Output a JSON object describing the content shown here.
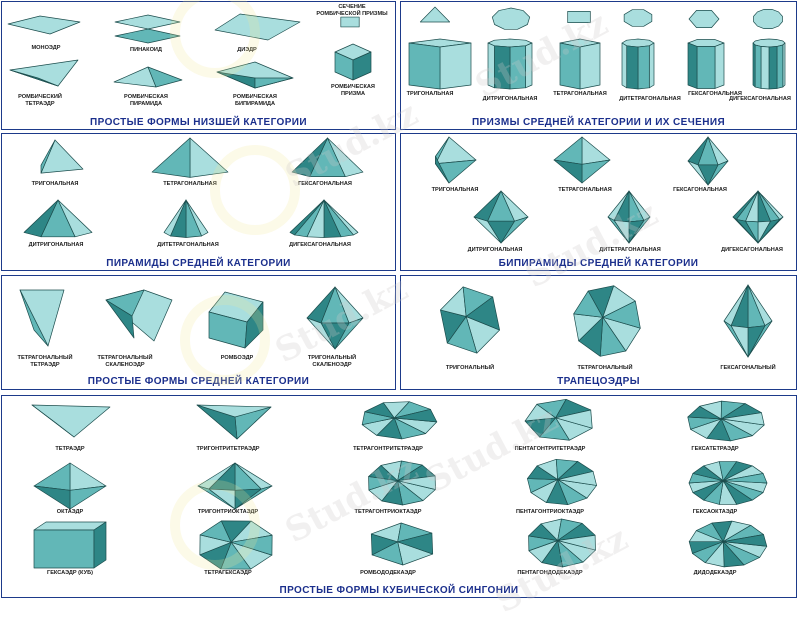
{
  "panels": {
    "lower": {
      "title": "ПРОСТЫЕ ФОРМЫ НИЗШЕЙ КАТЕГОРИИ",
      "labels": [
        "МОНОЭДР",
        "ПИНАКОИД",
        "ДИЭДР",
        "СЕЧЕНИЕ РОМБИЧЕСКОЙ ПРИЗМЫ",
        "РОМБИЧЕСКИЙ ТЕТРАЭДР",
        "РОМБИЧЕСКАЯ ПИРАМИДА",
        "РОМБИЧЕСКАЯ БИПИРАМИДА",
        "РОМБИЧЕСКАЯ ПРИЗМА"
      ]
    },
    "prisms": {
      "title": "ПРИЗМЫ СРЕДНЕЙ КАТЕГОРИИ И ИХ СЕЧЕНИЯ",
      "labels": [
        "ТРИГОНАЛЬНАЯ",
        "ДИТРИГОНАЛЬНАЯ",
        "ТЕТРАГОНАЛЬНАЯ",
        "ДИТЕТРАГОНАЛЬНАЯ",
        "ГЕКСАГОНАЛЬНАЯ",
        "ДИГЕКСАГОНАЛЬНАЯ"
      ]
    },
    "pyramids": {
      "title": "ПИРАМИДЫ СРЕДНЕЙ КАТЕГОРИИ",
      "labels": [
        "ТРИГОНАЛЬНАЯ",
        "ТЕТРАГОНАЛЬНАЯ",
        "ГЕКСАГОНАЛЬНАЯ",
        "ДИТРИГОНАЛЬНАЯ",
        "ДИТЕТРАГОНАЛЬНАЯ",
        "ДИГЕКСАГОНАЛЬНАЯ"
      ]
    },
    "bipyramids": {
      "title": "БИПИРАМИДЫ СРЕДНЕЙ КАТЕГОРИИ",
      "labels": [
        "ТРИГОНАЛЬНАЯ",
        "ТЕТРАГОНАЛЬНАЯ",
        "ГЕКСАГОНАЛЬНАЯ",
        "ДИТРИГОНАЛЬНАЯ",
        "ДИТЕТРАГОНАЛЬНАЯ",
        "ДИГЕКСАГОНАЛЬНАЯ"
      ]
    },
    "middle": {
      "title": "ПРОСТЫЕ ФОРМЫ СРЕДНЕЙ КАТЕГОРИИ",
      "labels": [
        "ТЕТРАГОНАЛЬНЫЙ ТЕТРАЭДР",
        "ТЕТРАГОНАЛЬНЫЙ СКАЛЕНОЭДР",
        "РОМБОЭДР",
        "ТРИГОНАЛЬНЫЙ СКАЛЕНОЭДР"
      ]
    },
    "trapezo": {
      "title": "ТРАПЕЦОЭДРЫ",
      "labels": [
        "ТРИГОНАЛЬНЫЙ",
        "ТЕТРАГОНАЛЬНЫЙ",
        "ГЕКСАГОНАЛЬНЫЙ"
      ]
    },
    "cubic": {
      "title": "ПРОСТЫЕ ФОРМЫ КУБИЧЕСКОЙ СИНГОНИИ",
      "labels": [
        "ТЕТРАЭДР",
        "ТРИГОНТРИТЕТРАЭДР",
        "ТЕТРАГОНТРИТЕТРАЭДР",
        "ПЕНТАГОНТРИТЕТРАЭДР",
        "ГЕКСАТЕТРАЭДР",
        "ОКТАЭДР",
        "ТРИГОНТРИОКТАЭДР",
        "ТЕТРАГОНТРИОКТАЭДР",
        "ПЕНТАГОНТРИОКТАЭДР",
        "ГЕКСАОКТАЭДР",
        "ГЕКСАЭДР (КУБ)",
        "ТЕТРАГЕКСАЭДР",
        "РОМБОДОДЕКАЭДР",
        "ПЕНТАГОНДОДЕКАЭДР",
        "ДИДОДЕКАЭДР"
      ]
    }
  },
  "watermark": "Stud.kz",
  "colors": {
    "face_light": "#a9dede",
    "face_mid": "#62b7b7",
    "face_dark": "#2e8686",
    "edge": "#1c4d4d",
    "title": "#1b2f8c",
    "border": "#1d3a8a"
  }
}
